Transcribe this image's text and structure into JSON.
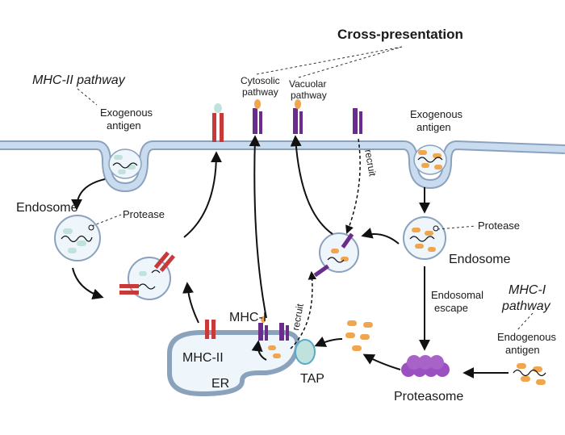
{
  "title": "Cross-presentation",
  "labels": {
    "mhc2_pathway": "MHC-II pathway",
    "mhc1_pathway_l1": "MHC-I",
    "mhc1_pathway_l2": "pathway",
    "exo_antigen_left_l1": "Exogenous",
    "exo_antigen_left_l2": "antigen",
    "exo_antigen_right_l1": "Exogenous",
    "exo_antigen_right_l2": "antigen",
    "cytosolic_l1": "Cytosolic",
    "cytosolic_l2": "pathway",
    "vacuolar_l1": "Vacuolar",
    "vacuolar_l2": "pathway",
    "endosome_left": "Endosome",
    "endosome_right": "Endosome",
    "protease_left": "Protease",
    "protease_right": "Protease",
    "recruit_top": "recruit",
    "recruit_mid": "recruit",
    "endosomal_escape_l1": "Endosomal",
    "endosomal_escape_l2": "escape",
    "endogenous_l1": "Endogenous",
    "endogenous_l2": "antigen",
    "proteasome": "Proteasome",
    "mhc1": "MHC-I",
    "mhc2": "MHC-II",
    "er": "ER",
    "tap": "TAP"
  },
  "colors": {
    "membrane_fill": "#c9dcef",
    "membrane_stroke": "#8aa2bc",
    "mhc2": "#c83a3a",
    "mhc1": "#6a2d8c",
    "exo_peptide_left": "#bfe3dc",
    "exo_peptide_right": "#f0a64e",
    "proteasome": "#9b4fc0"
  }
}
